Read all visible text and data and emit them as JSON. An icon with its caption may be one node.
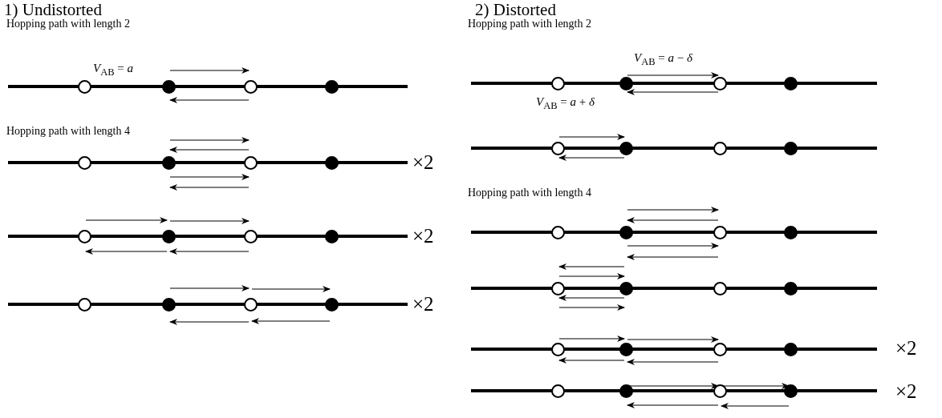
{
  "diagram": {
    "nodes": [
      {
        "text": [],
        "shape": "circle"
      },
      {
        "text": [],
        "shape": "circle"
      },
      {
        "text": [],
        "shape": "circle"
      },
      {
        "text": [],
        "shape": "circle"
      },
      {
        "text": [],
        "shape": "circle"
      },
      {
        "text": [],
        "shape": "circle"
      },
      {
        "text": [],
        "shape": "circle"
      },
      {
        "text": [],
        "shape": "circle"
      },
      {
        "text": [],
        "shape": "circle"
      },
      {
        "text": [],
        "shape": "circle"
      },
      {
        "text": [],
        "shape": "circle"
      },
      {
        "text": [],
        "shape": "circle"
      },
      {
        "text": [],
        "shape": "circle"
      },
      {
        "text": [],
        "shape": "circle"
      },
      {
        "text": [],
        "shape": "circle"
      },
      {
        "text": [],
        "shape": "circle"
      },
      {
        "text": [],
        "shape": "circle"
      },
      {
        "text": [],
        "shape": "circle"
      },
      {
        "text": [],
        "shape": "circle"
      },
      {
        "text": [],
        "shape": "circle"
      },
      {
        "text": [],
        "shape": "circle"
      },
      {
        "text": [],
        "shape": "circle"
      },
      {
        "text": [],
        "shape": "circle"
      },
      {
        "text": [],
        "shape": "circle"
      },
      {
        "text": [],
        "shape": "circle"
      },
      {
        "text": [],
        "shape": "circle"
      },
      {
        "text": [],
        "shape": "circle"
      },
      {
        "text": [],
        "shape": "circle"
      },
      {
        "text": [],
        "shape": "circle"
      },
      {
        "text": [],
        "shape": "circle"
      },
      {
        "text": [],
        "shape": "circle"
      },
      {
        "text": [],
        "shape": "circle"
      },
      {
        "text": [],
        "shape": "circle"
      },
      {
        "text": [],
        "shape": "circle"
      },
      {
        "text": [],
        "shape": "circle"
      },
      {
        "text": [],
        "shape": "circle"
      },
      {
        "text": [],
        "shape": "circle"
      },
      {
        "text": [],
        "shape": "circle"
      },
      {
        "text": [],
        "shape": "circle"
      },
      {
        "text": [],
        "shape": "circle"
      }
    ],
    "edges": [
      {
        "from": 1,
        "to": 2,
        "arrow": "to"
      },
      {
        "from": 2,
        "to": 1,
        "arrow": "to"
      },
      {
        "from": 5,
        "to": 6,
        "arrow": "to"
      },
      {
        "from": 6,
        "to": 5,
        "arrow": "to"
      },
      {
        "from": 5,
        "to": 6,
        "arrow": "to"
      },
      {
        "from": 6,
        "to": 5,
        "arrow": "to"
      },
      {
        "from": 8,
        "to": 9,
        "arrow": "to"
      },
      {
        "from": 9,
        "to": 10,
        "arrow": "to"
      },
      {
        "from": 9,
        "to": 8,
        "arrow": "to"
      },
      {
        "from": 10,
        "to": 9,
        "arrow": "to"
      },
      {
        "from": 13,
        "to": 14,
        "arrow": "to"
      },
      {
        "from": 14,
        "to": 15,
        "arrow": "to"
      },
      {
        "from": 14,
        "to": 13,
        "arrow": "to"
      },
      {
        "from": 15,
        "to": 14,
        "arrow": "to"
      },
      {
        "from": 17,
        "to": 18,
        "arrow": "to"
      },
      {
        "from": 18,
        "to": 17,
        "arrow": "to"
      },
      {
        "from": 20,
        "to": 21,
        "arrow": "to"
      },
      {
        "from": 21,
        "to": 20,
        "arrow": "to"
      },
      {
        "from": 25,
        "to": 26,
        "arrow": "to"
      },
      {
        "from": 26,
        "to": 25,
        "arrow": "to"
      },
      {
        "from": 25,
        "to": 26,
        "arrow": "to"
      },
      {
        "from": 26,
        "to": 25,
        "arrow": "to"
      },
      {
        "from": 29,
        "to": 28,
        "arrow": "to"
      },
      {
        "from": 28,
        "to": 29,
        "arrow": "to"
      },
      {
        "from": 29,
        "to": 28,
        "arrow": "to"
      },
      {
        "from": 28,
        "to": 29,
        "arrow": "to"
      },
      {
        "from": 32,
        "to": 33,
        "arrow": "to"
      },
      {
        "from": 33,
        "to": 34,
        "arrow": "to"
      },
      {
        "from": 33,
        "to": 32,
        "arrow": "to"
      },
      {
        "from": 34,
        "to": 33,
        "arrow": "to"
      },
      {
        "from": 37,
        "to": 38,
        "arrow": "to"
      },
      {
        "from": 38,
        "to": 39,
        "arrow": "to"
      },
      {
        "from": 38,
        "to": 37,
        "arrow": "to"
      },
      {
        "from": 39,
        "to": 38,
        "arrow": "to"
      }
    ],
    "labels": [
      "1) Undistorted",
      "2) Distorted",
      "Hopping path with length 2",
      "Hopping path with length 2",
      "*V*$_{AB}$ = *a*",
      "*V*$_{AB}$ = *a* − *δ*",
      "*V*$_{AB}$ = *a* + *δ*",
      "Hopping path with length 4",
      "×2",
      "×2",
      "×2",
      "Hopping path with length 4",
      "×2",
      "×2"
    ]
  }
}
